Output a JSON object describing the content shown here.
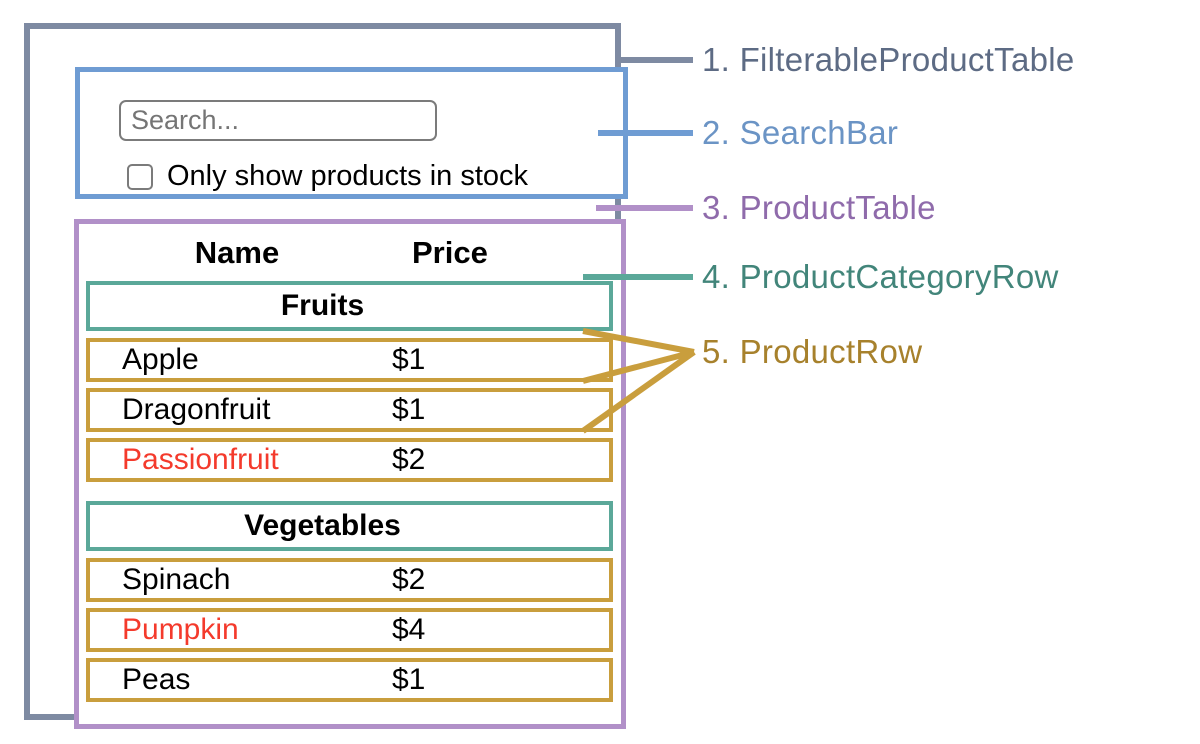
{
  "colors": {
    "slate": "#7e8aa2",
    "blue": "#6f9cd3",
    "purple": "#b190c8",
    "teal": "#5ba899",
    "gold": "#c99e3d",
    "red": "#f43a2c",
    "label_slate": "#5d6b84",
    "label_blue": "#6b94c5",
    "label_purple": "#8f6bab",
    "label_teal": "#42857a",
    "label_gold": "#a7812c",
    "input_border": "#7b7b7b",
    "placeholder_gray": "#757575"
  },
  "search_bar": {
    "placeholder": "Search...",
    "checkbox_label": "Only show products in stock",
    "checkbox_checked": false
  },
  "product_table": {
    "headers": {
      "name": "Name",
      "price": "Price"
    },
    "sections": [
      {
        "category": "Fruits",
        "rows": [
          {
            "name": "Apple",
            "price": "$1"
          },
          {
            "name": "Dragonfruit",
            "price": "$1"
          },
          {
            "name": "Passionfruit",
            "price": "$2",
            "name_color": "#f43a2c"
          }
        ]
      },
      {
        "category": "Vegetables",
        "rows": [
          {
            "name": "Spinach",
            "price": "$2"
          },
          {
            "name": "Pumpkin",
            "price": "$4",
            "name_color": "#f43a2c"
          },
          {
            "name": "Peas",
            "price": "$1"
          }
        ]
      }
    ]
  },
  "component_labels": [
    {
      "text": "1. FilterableProductTable"
    },
    {
      "text": "2. SearchBar"
    },
    {
      "text": "3. ProductTable"
    },
    {
      "text": "4. ProductCategoryRow"
    },
    {
      "text": "5. ProductRow"
    }
  ]
}
